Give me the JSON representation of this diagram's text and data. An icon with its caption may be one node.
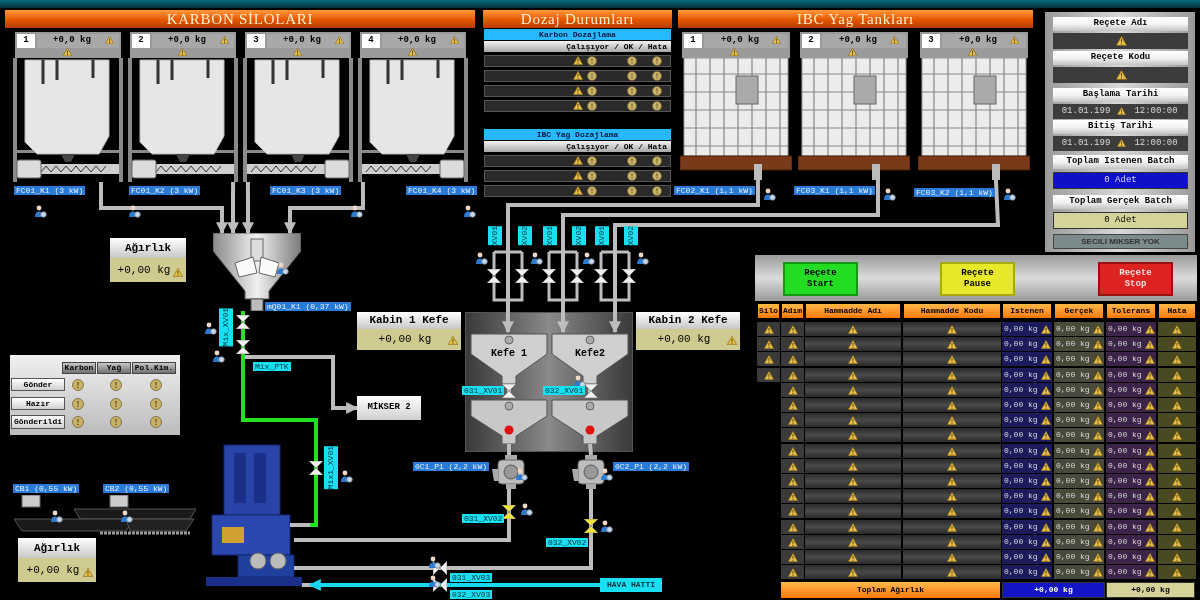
{
  "diagram": {
    "nodes": [
      {
        "text": [
          "1",
          "+0,0 kg"
        ],
        "beside": [
          "FC01_K1 (3 kW)"
        ]
      },
      {
        "text": [
          "2",
          "+0,0 kg"
        ],
        "beside": [
          "FC01_K2 (3 kW)"
        ]
      },
      {
        "text": [
          "3",
          "+0,0 kg"
        ],
        "beside": [
          "FC01_K3 (3 kW)"
        ]
      },
      {
        "text": [
          "4",
          "+0,0 kg"
        ],
        "beside": [
          "FC01_K4 (3 kW)"
        ]
      },
      {
        "text": [],
        "shape": "picture",
        "beside": [
          "mQ01_K1 (0,37 kW)"
        ]
      },
      {
        "text": [
          "Ağırlık",
          "+0,00 kg"
        ]
      },
      {
        "text": [
          "1",
          "+0,0 kg"
        ],
        "beside": [
          "FC02_K1 (1,1 kW)"
        ]
      },
      {
        "text": [
          "2",
          "+0,0 kg"
        ],
        "beside": [
          "FC03_K1 (1,1 kW)"
        ]
      },
      {
        "text": [
          "3",
          "+0,0 kg"
        ],
        "beside": [
          "FC03_K2 (1,1 kW)"
        ]
      },
      {
        "text": [],
        "shape": "box"
      },
      {
        "text": [
          "Kefe 1"
        ],
        "in": 9
      },
      {
        "text": [
          "Kefe2"
        ],
        "in": 9
      },
      {
        "text": [],
        "shape": "picture",
        "in": 9
      },
      {
        "text": [],
        "shape": "picture",
        "in": 9
      },
      {
        "text": [
          "Kabin 1 Kefe",
          "+0,00 kg"
        ]
      },
      {
        "text": [
          "Kabin 2 Kefe",
          "+0,00 kg"
        ]
      },
      {
        "text": [
          "MİKSER 2"
        ]
      },
      {
        "text": [],
        "shape": "picture"
      },
      {
        "text": [],
        "shape": "picture",
        "beside": [
          "0C1_P1 (2,2 kW)"
        ]
      },
      {
        "text": [],
        "shape": "picture",
        "beside": [
          "0C2_P1 (2,2 kW)"
        ]
      },
      {
        "text": [
          "HAVA HATTI"
        ]
      },
      {
        "text": [],
        "shape": "picture",
        "beside": [
          "CB1 (0,55 kW)",
          "CB2 (0,55 kW)"
        ]
      },
      {
        "text": [
          "Ağırlık",
          "+0,00 kg"
        ]
      }
    ],
    "edges": [
      {
        "from": 0,
        "to": 4,
        "arrow": "to"
      },
      {
        "from": 1,
        "to": 4,
        "arrow": "to"
      },
      {
        "from": 2,
        "to": 4,
        "arrow": "to"
      },
      {
        "from": 3,
        "to": 4,
        "arrow": "to"
      },
      {
        "from": 4,
        "to": 16,
        "arrow": "to"
      },
      {
        "from": 4,
        "to": 17,
        "arrow": "none",
        "color": "#22e022"
      },
      {
        "from": 6,
        "to": 10,
        "arrow": "to"
      },
      {
        "from": 7,
        "to": 11,
        "arrow": "to"
      },
      {
        "from": 8,
        "to": 11,
        "arrow": "to"
      },
      {
        "from": 10,
        "to": 12,
        "arrow": "none"
      },
      {
        "from": 11,
        "to": 13,
        "arrow": "none"
      },
      {
        "from": 12,
        "to": 18,
        "arrow": "none"
      },
      {
        "from": 13,
        "to": 19,
        "arrow": "none"
      },
      {
        "from": 18,
        "to": 17,
        "arrow": "none"
      },
      {
        "from": 19,
        "to": 17,
        "arrow": "none"
      },
      {
        "from": 20,
        "to": 17,
        "arrow": "to",
        "color": "#18d8f0"
      }
    ],
    "labels": [
      "KARBON SİLOLARI",
      "Dozaj Durumları",
      "IBC Yag Tankları",
      "Karbon Dozajlama",
      "Çalışıyor / OK / Hata",
      "IBC Yag Dozajlama",
      "Çalışıyor / OK / Hata",
      "Reçete Adı",
      "Reçete Kodu",
      "Başlama Tarihi",
      "01.01.199",
      "12:00:00",
      "Bitiş Tarihi",
      "01.01.199",
      "12:00:00",
      "Toplam Istenen Batch",
      "0 Adet",
      "Toplam Gerçek Batch",
      "0 Adet",
      "SECILI MIKSER YOK",
      "Karbon",
      "Yağ",
      "Pol.Kim.",
      "Gönder",
      "Hazır",
      "Gönderildi",
      "Reçete Start",
      "Reçete Pause",
      "Reçete Stop",
      "Silo",
      "Adım",
      "Hammadde Adı",
      "Hammadde Kodu",
      "Istenen",
      "Gerçek",
      "Tolerans",
      "Hata",
      "Mix_XV01",
      "Mix_PTK",
      "Mix1_XV01",
      "XV01",
      "XV02",
      "XV01",
      "XV02",
      "XV01",
      "XV02",
      "031_XV01",
      "032_XV01",
      "031_XV02",
      "032_XV02",
      "031_XV03",
      "032_XV03",
      "0,00 kg",
      "0,00 kg",
      "0,00 kg",
      "0,00 kg",
      "0,00 kg",
      "0,00 kg",
      "0,00 kg",
      "0,00 kg",
      "0,00 kg",
      "0,00 kg",
      "0,00 kg",
      "0,00 kg",
      "0,00 kg",
      "0,00 kg",
      "0,00 kg",
      "0,00 kg",
      "0,00 kg",
      "0,00 kg",
      "0,00 kg",
      "0,00 kg",
      "0,00 kg",
      "0,00 kg",
      "0,00 kg",
      "0,00 kg",
      "0,00 kg",
      "0,00 kg",
      "0,00 kg",
      "0,00 kg",
      "0,00 kg",
      "0,00 kg",
      "0,00 kg",
      "0,00 kg",
      "0,00 kg",
      "0,00 kg",
      "0,00 kg",
      "0,00 kg",
      "0,00 kg",
      "0,00 kg",
      "0,00 kg",
      "0,00 kg",
      "0,00 kg",
      "0,00 kg",
      "0,00 kg",
      "0,00 kg",
      "0,00 kg",
      "0,00 kg",
      "0,00 kg",
      "0,00 kg",
      "0,00 kg",
      "0,00 kg",
      "0,00 kg",
      "Toplam Ağırlık",
      "+0,00 kg",
      "+0,00 kg"
    ]
  }
}
